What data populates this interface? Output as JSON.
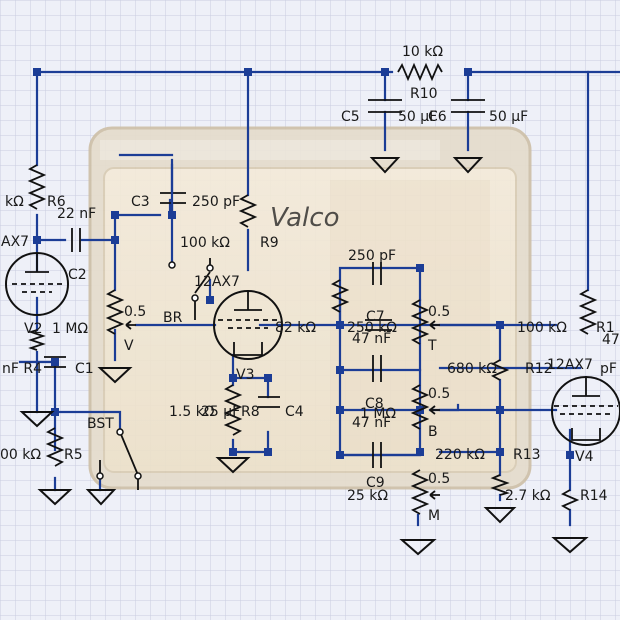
{
  "labels": {
    "r10_value": "10 kΩ",
    "r10_name": "R10",
    "c5_name": "C5",
    "c5_value": "50 µF",
    "c6_name": "C6",
    "c6_value": "50 µF",
    "r6_value": "kΩ",
    "r6_name": "R6",
    "c3_name": "C3",
    "c3_value": "250 pF",
    "c2_value": "22 nF",
    "c2_name": "C2",
    "tube1_name": "AX7",
    "r9_value": "100 kΩ",
    "r9_name": "R9",
    "c7_value": "250 pF",
    "c7_name": "C7",
    "v2_tube": "12AX7",
    "v2_name": "V2",
    "pot_v_value": "0.5",
    "pot_v_mohm": "1 MΩ",
    "pot_v_name": "V",
    "br_label": "BR",
    "r82_value": "82 kΩ",
    "r250_value": "250 kΩ",
    "c7_nf": "47 nF",
    "pot_t_value": "0.5",
    "pot_t_name": "T",
    "r100_right_value": "100 kΩ",
    "r_right_name": "R1",
    "r_right_extra": "47",
    "r4_label": "nF R4",
    "c1_name": "C1",
    "v3_name": "V3",
    "r680_value": "680 kΩ",
    "r12_name": "R12",
    "tube4_name": "12AX7",
    "pf_right": "pF",
    "pot_b_value": "0.5",
    "c8_name": "C8",
    "c8_mohm": "1 MΩ",
    "c8_nf": "47 nF",
    "c4_value": "1.5 kΩ",
    "c4_uf": "25 µF",
    "r8_name": "R8",
    "c4_name": "C4",
    "bst_label": "BST",
    "pot_b_name": "B",
    "r5_value": "00 kΩ",
    "r5_name": "R5",
    "r220_value": "220 kΩ",
    "r13_name": "R13",
    "v4_name": "V4",
    "c9_name": "C9",
    "r25_value": "25 kΩ",
    "pot_m_value": "0.5",
    "pot_m_name": "M",
    "r27_value": "2.7 kΩ",
    "r14_name": "R14"
  }
}
